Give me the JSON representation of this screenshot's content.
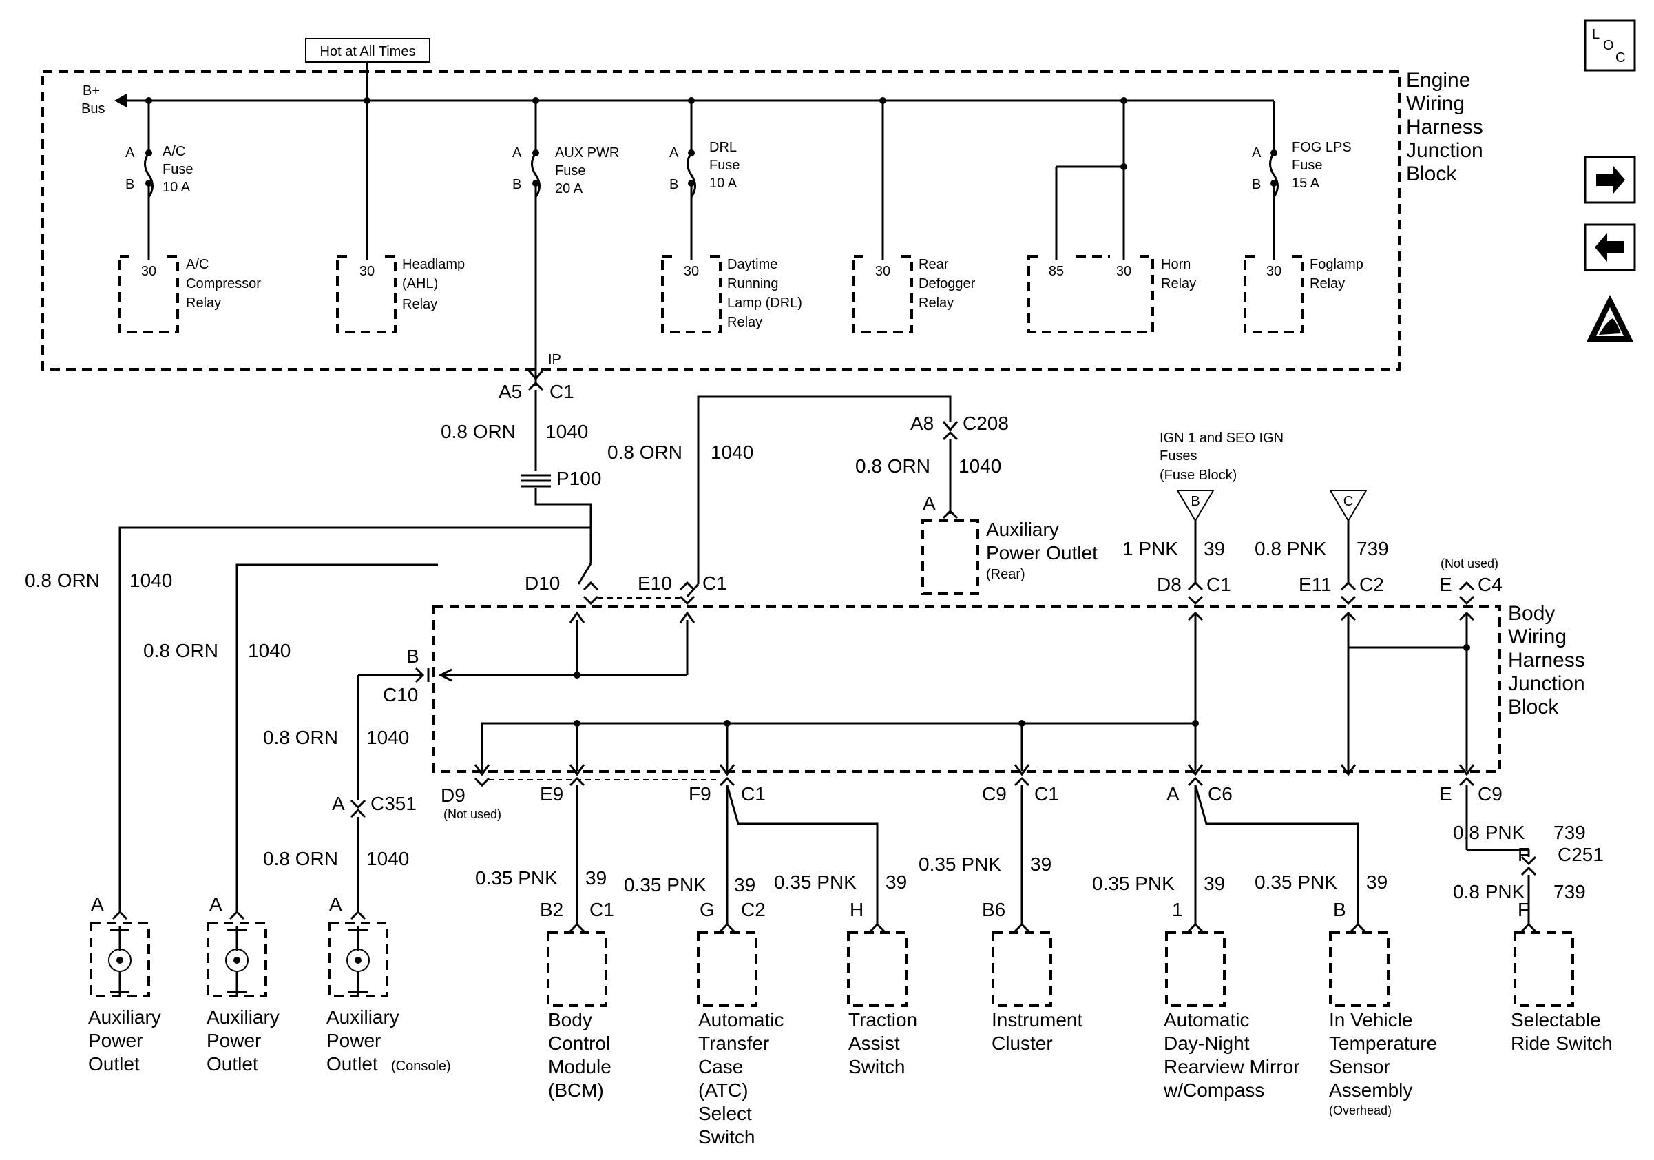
{
  "hot_label": "Hot at All Times",
  "bplus": [
    "B+",
    "Bus"
  ],
  "engine_block_label": [
    "Engine",
    "Wiring",
    "Harness",
    "Junction",
    "Block"
  ],
  "body_block_label": [
    "Body",
    "Wiring",
    "Harness",
    "Junction",
    "Block"
  ],
  "fuses": [
    {
      "name": [
        "A/C",
        "Fuse",
        "10 A"
      ],
      "a": "A",
      "b": "B"
    },
    {
      "name": [
        "AUX  PWR",
        "Fuse",
        "20 A"
      ],
      "a": "A",
      "b": "B"
    },
    {
      "name": [
        "DRL",
        "Fuse",
        "10 A"
      ],
      "a": "A",
      "b": "B"
    },
    {
      "name": [
        "FOG LPS",
        "Fuse",
        "15 A"
      ],
      "a": "A",
      "b": "B"
    }
  ],
  "relays": [
    {
      "pins": [
        "30"
      ],
      "name": [
        "A/C",
        "Compressor",
        "Relay"
      ]
    },
    {
      "pins": [
        "30"
      ],
      "name": [
        "Headlamp",
        "(AHL)",
        "Relay"
      ]
    },
    {
      "pins": [
        "30"
      ],
      "name": [
        "Daytime",
        "Running",
        "Lamp (DRL)",
        "Relay"
      ]
    },
    {
      "pins": [
        "30"
      ],
      "name": [
        "Rear",
        "Defogger",
        "Relay"
      ]
    },
    {
      "pins": [
        "85",
        "30"
      ],
      "name": [
        "Horn",
        "Relay"
      ]
    },
    {
      "pins": [
        "30"
      ],
      "name": [
        "Foglamp",
        "Relay"
      ]
    }
  ],
  "ip_label": "IP",
  "connectors": {
    "a5": "A5",
    "c1_top": "C1",
    "a8": "A8",
    "c208": "C208",
    "p100": "P100",
    "d10": "D10",
    "e10": "E10",
    "c1_e10": "C1",
    "d8": "D8",
    "c1_d8": "C1",
    "e11": "E11",
    "c2_e11": "C2",
    "not_used_top": "(Not used)",
    "e_top": "E",
    "c4": "C4",
    "b_c10": "B",
    "c10": "C10",
    "a_c351": "A",
    "c351": "C351",
    "d9": "D9",
    "not_used_d9": "(Not used)",
    "e9": "E9",
    "f9": "F9",
    "c1_f9": "C1",
    "c9": "C9",
    "c1_c9": "C1",
    "a_c6": "A",
    "c6": "C6",
    "e_c9": "E",
    "c9_r": "C9",
    "f_c251": "F",
    "c251": "C251",
    "aux_rear_pin": "A"
  },
  "wires": {
    "orn": "0.8 ORN",
    "c1040": "1040",
    "pnk035": "0.35 PNK",
    "pnk1": "1 PNK",
    "pnk08": "0.8 PNK",
    "c39": "39",
    "c739": "739"
  },
  "fuse_sources": [
    {
      "letter": "B",
      "label": [
        "IGN 1 and SEO IGN",
        "Fuses",
        "(Fuse Block)"
      ]
    },
    {
      "letter": "C",
      "label": []
    }
  ],
  "aux_rear": [
    "Auxiliary",
    "Power Outlet",
    "(Rear)"
  ],
  "outlets": [
    {
      "pin": "A",
      "name": [
        "Auxiliary",
        "Power",
        "Outlet"
      ],
      "suffix": ""
    },
    {
      "pin": "A",
      "name": [
        "Auxiliary",
        "Power",
        "Outlet"
      ],
      "suffix": ""
    },
    {
      "pin": "A",
      "name": [
        "Auxiliary",
        "Power",
        "Outlet"
      ],
      "suffix": "(Console)"
    }
  ],
  "modules": [
    {
      "pin": "B2",
      "conn": "C1",
      "name": [
        "Body",
        "Control",
        "Module",
        "(BCM)"
      ],
      "sub": ""
    },
    {
      "pin": "G",
      "conn": "C2",
      "name": [
        "Automatic",
        "Transfer",
        "Case",
        "(ATC)",
        "Select",
        "Switch"
      ],
      "sub": ""
    },
    {
      "pin": "H",
      "conn": "",
      "name": [
        "Traction",
        "Assist",
        "Switch"
      ],
      "sub": ""
    },
    {
      "pin": "B6",
      "conn": "",
      "name": [
        "Instrument",
        "Cluster"
      ],
      "sub": ""
    },
    {
      "pin": "1",
      "conn": "",
      "name": [
        "Automatic",
        "Day-Night",
        "Rearview Mirror",
        "w/Compass"
      ],
      "sub": ""
    },
    {
      "pin": "B",
      "conn": "",
      "name": [
        "In Vehicle",
        "Temperature",
        "Sensor",
        "Assembly"
      ],
      "sub": "(Overhead)"
    },
    {
      "pin": "F",
      "conn": "",
      "name": [
        "Selectable",
        "Ride Switch"
      ],
      "sub": ""
    }
  ],
  "loc_icon": {
    "l": "L",
    "o": "O",
    "c": "C"
  },
  "icons": [
    "loc-icon",
    "arrow-right-icon",
    "arrow-left-icon",
    "esd-warning-icon"
  ]
}
